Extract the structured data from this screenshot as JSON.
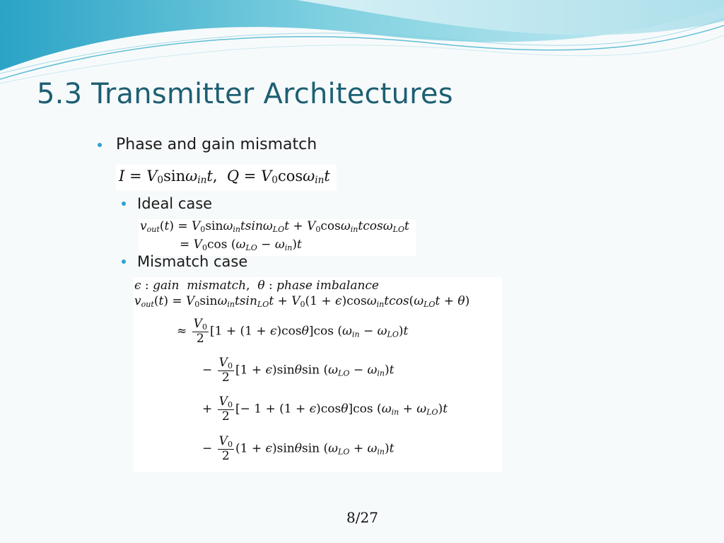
{
  "slide": {
    "title": "5.3 Transmitter Architectures",
    "bullet_1": "Phase and gain mismatch",
    "bullet_2": "Ideal case",
    "bullet_3": "Mismatch case",
    "page": "8/27"
  },
  "equations": {
    "iq": "I = V₀sinωᵢₙt,  Q = V₀cosωᵢₙt",
    "ideal_1": "vₒᵤₜ(t) = V₀sinωᵢₙtsinω_LOt + V₀cosωᵢₙtcosω_LOt",
    "ideal_2": "= V₀cos(ω_LO − ωᵢₙ)t",
    "mismatch_def": "ϵ : gain mismatch, θ : phase imbalance",
    "mismatch_1": "vₒᵤₜ(t) = V₀sinωᵢₙtsinω_LOt + V₀(1+ϵ)cosωᵢₙtcos(ω_LOt+θ)",
    "mismatch_2": "≈ V₀/2 [1+(1+ϵ)cosθ]cos(ωᵢₙ − ω_LO)t",
    "mismatch_3": "− V₀/2 [1+ϵ)sinθsin(ω_LO − ωᵢₙ)t",
    "mismatch_4": "+ V₀/2 [−1+(1+ϵ)cosθ]cos(ωᵢₙ + ω_LO)t",
    "mismatch_5": "− V₀/2 (1+ϵ)sinθsin(ω_LO + ωᵢₙ)t"
  },
  "colors": {
    "title": "#1d5f73",
    "bullet": "#29a5cf",
    "wave_light": "#bfe6ef",
    "wave_dark": "#3ab0cc"
  }
}
